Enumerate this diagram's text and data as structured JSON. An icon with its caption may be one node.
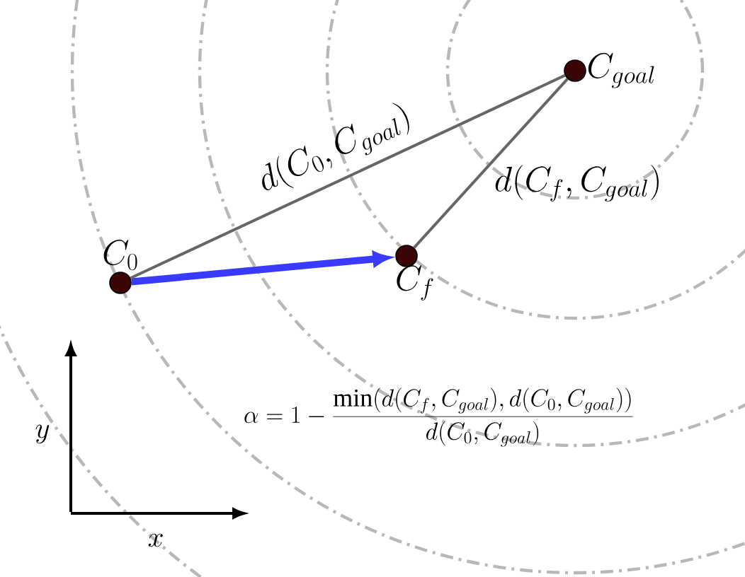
{
  "diagram": {
    "nodes": [
      {
        "text": [],
        "shape": "circle",
        "beside": [
          "C_0"
        ]
      },
      {
        "text": [],
        "shape": "circle",
        "beside": [
          "C_f"
        ]
      },
      {
        "text": [],
        "shape": "circle",
        "beside": [
          "C_{goal}"
        ]
      }
    ],
    "edges": [
      {
        "from": 0,
        "to": 1,
        "arrow": "to",
        "style": "thick",
        "color": "#3a3aff"
      },
      {
        "from": 0,
        "to": 2,
        "arrow": "none",
        "label": "d(C_0, C_{goal})"
      },
      {
        "from": 1,
        "to": 2,
        "arrow": "none",
        "label": "d(C_f, C_{goal})"
      }
    ],
    "labels": [
      "\\alpha = 1 - \\frac{\\min(d(C_f, C_{goal}), d(C_0, C_{goal}))}{d(C_0, C_{goal})}",
      "y",
      "x"
    ]
  }
}
